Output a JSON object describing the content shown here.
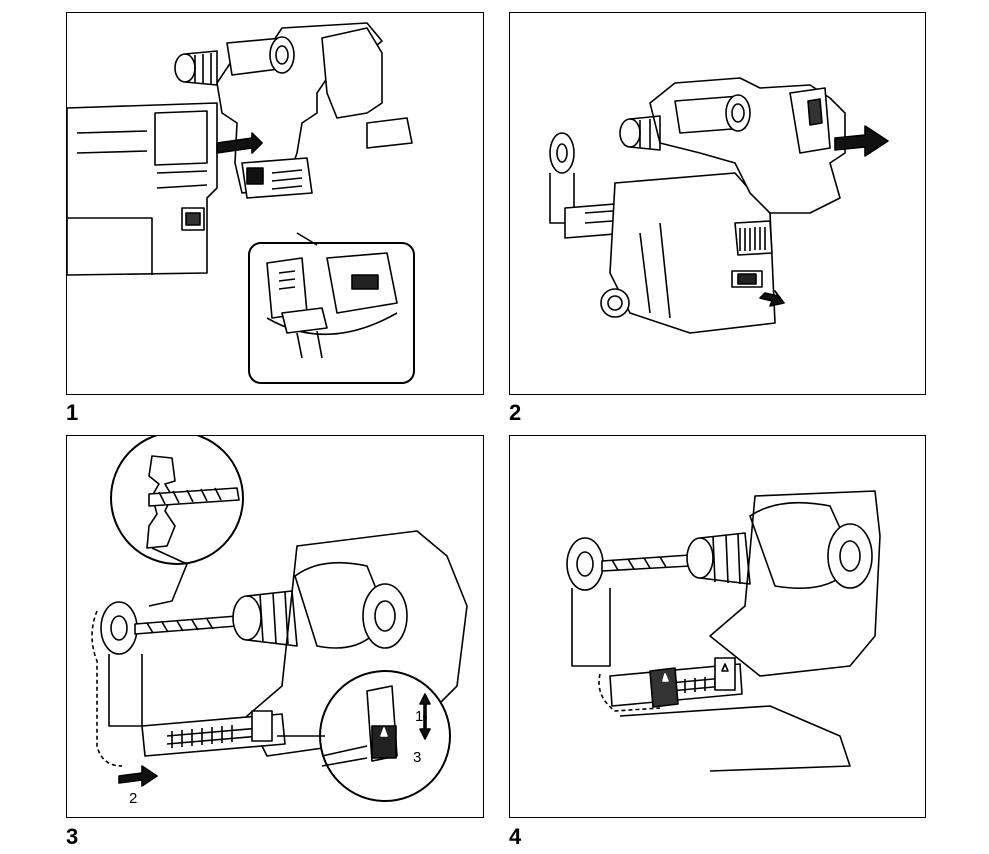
{
  "figures": [
    {
      "number": "1"
    },
    {
      "number": "2"
    },
    {
      "number": "3",
      "callouts": [
        "1",
        "2",
        "3"
      ]
    },
    {
      "number": "4"
    }
  ]
}
